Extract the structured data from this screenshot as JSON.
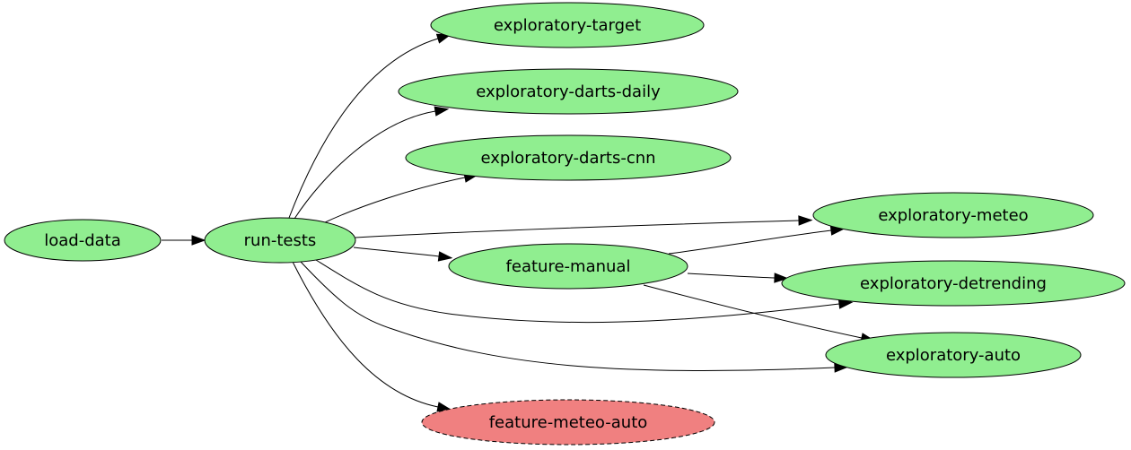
{
  "colors": {
    "done": "#90ee90",
    "failed": "#f08080"
  },
  "nodes": [
    {
      "id": "load-data",
      "label": "load-data",
      "status": "done",
      "style": "solid"
    },
    {
      "id": "run-tests",
      "label": "run-tests",
      "status": "done",
      "style": "solid"
    },
    {
      "id": "exploratory-target",
      "label": "exploratory-target",
      "status": "done",
      "style": "solid"
    },
    {
      "id": "exploratory-darts-daily",
      "label": "exploratory-darts-daily",
      "status": "done",
      "style": "solid"
    },
    {
      "id": "exploratory-darts-cnn",
      "label": "exploratory-darts-cnn",
      "status": "done",
      "style": "solid"
    },
    {
      "id": "exploratory-meteo",
      "label": "exploratory-meteo",
      "status": "done",
      "style": "solid"
    },
    {
      "id": "feature-manual",
      "label": "feature-manual",
      "status": "done",
      "style": "solid"
    },
    {
      "id": "exploratory-detrending",
      "label": "exploratory-detrending",
      "status": "done",
      "style": "solid"
    },
    {
      "id": "exploratory-auto",
      "label": "exploratory-auto",
      "status": "done",
      "style": "solid"
    },
    {
      "id": "feature-meteo-auto",
      "label": "feature-meteo-auto",
      "status": "failed",
      "style": "dashed"
    }
  ],
  "edges": [
    {
      "from": "load-data",
      "to": "run-tests"
    },
    {
      "from": "run-tests",
      "to": "exploratory-target"
    },
    {
      "from": "run-tests",
      "to": "exploratory-darts-daily"
    },
    {
      "from": "run-tests",
      "to": "exploratory-darts-cnn"
    },
    {
      "from": "run-tests",
      "to": "exploratory-meteo"
    },
    {
      "from": "run-tests",
      "to": "feature-manual"
    },
    {
      "from": "run-tests",
      "to": "exploratory-detrending"
    },
    {
      "from": "run-tests",
      "to": "exploratory-auto"
    },
    {
      "from": "run-tests",
      "to": "feature-meteo-auto"
    },
    {
      "from": "feature-manual",
      "to": "exploratory-meteo"
    },
    {
      "from": "feature-manual",
      "to": "exploratory-detrending"
    },
    {
      "from": "feature-manual",
      "to": "exploratory-auto"
    }
  ]
}
